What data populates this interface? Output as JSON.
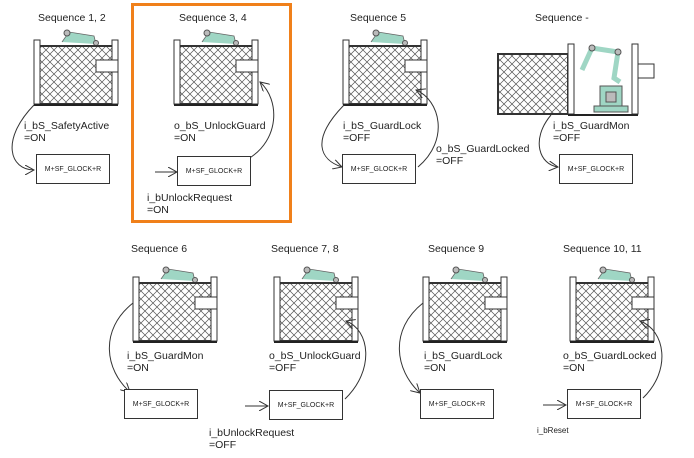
{
  "highlight_color": "#f0801a",
  "robot_color": "#9fd6c4",
  "function_block_label": "M+SF_GLOCK+R",
  "sequences": [
    {
      "title": "Sequence 1, 2",
      "signal": "i_bS_SafetyActive",
      "value": "=ON"
    },
    {
      "title": "Sequence 3, 4",
      "signal": "o_bS_UnlockGuard",
      "value": "=ON",
      "input_signal": "i_bUnlockRequest",
      "input_value": "=ON",
      "highlighted": true
    },
    {
      "title": "Sequence 5",
      "signal": "i_bS_GuardLock",
      "value": "=OFF",
      "output_signal": "o_bS_GuardLocked",
      "output_value": "=OFF"
    },
    {
      "title": "Sequence -",
      "signal": "i_bS_GuardMon",
      "value": "=OFF"
    },
    {
      "title": "Sequence 6",
      "signal": "i_bS_GuardMon",
      "value": "=ON"
    },
    {
      "title": "Sequence 7, 8",
      "signal": "o_bS_UnlockGuard",
      "value": "=OFF",
      "input_signal": "i_bUnlockRequest",
      "input_value": "=OFF"
    },
    {
      "title": "Sequence 9",
      "signal": "i_bS_GuardLock",
      "value": "=ON"
    },
    {
      "title": "Sequence 10, 11",
      "signal": "o_bS_GuardLocked",
      "value": "=ON",
      "input_signal": "i_bReset"
    }
  ]
}
